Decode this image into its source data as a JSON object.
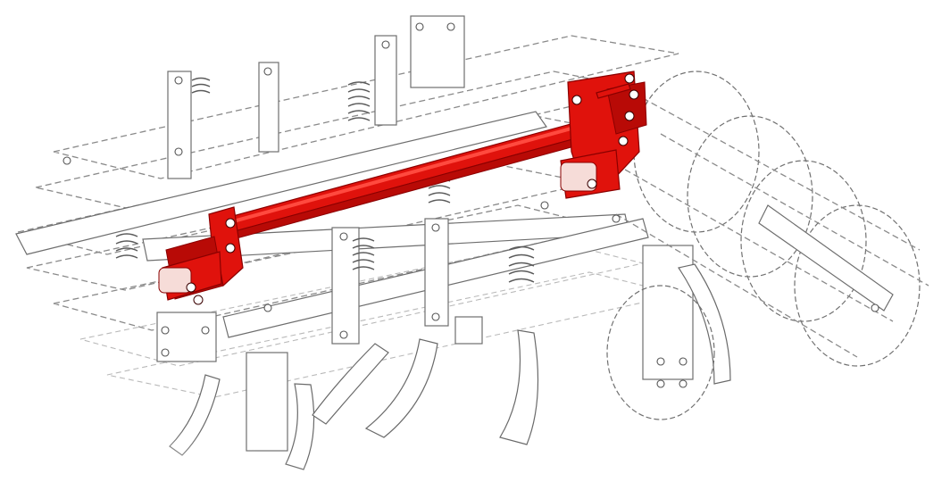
{
  "colors": {
    "highlight": "#e0120c",
    "line_art": "#6e6e6e",
    "background": "#ffffff"
  },
  "components": {
    "frame": "machine-frame",
    "rear_roller": "crumbler-roller",
    "tines": "cultivator-tines",
    "springs": "tine-springs",
    "highlighted_assembly": "red-crossbar-with-brackets"
  }
}
